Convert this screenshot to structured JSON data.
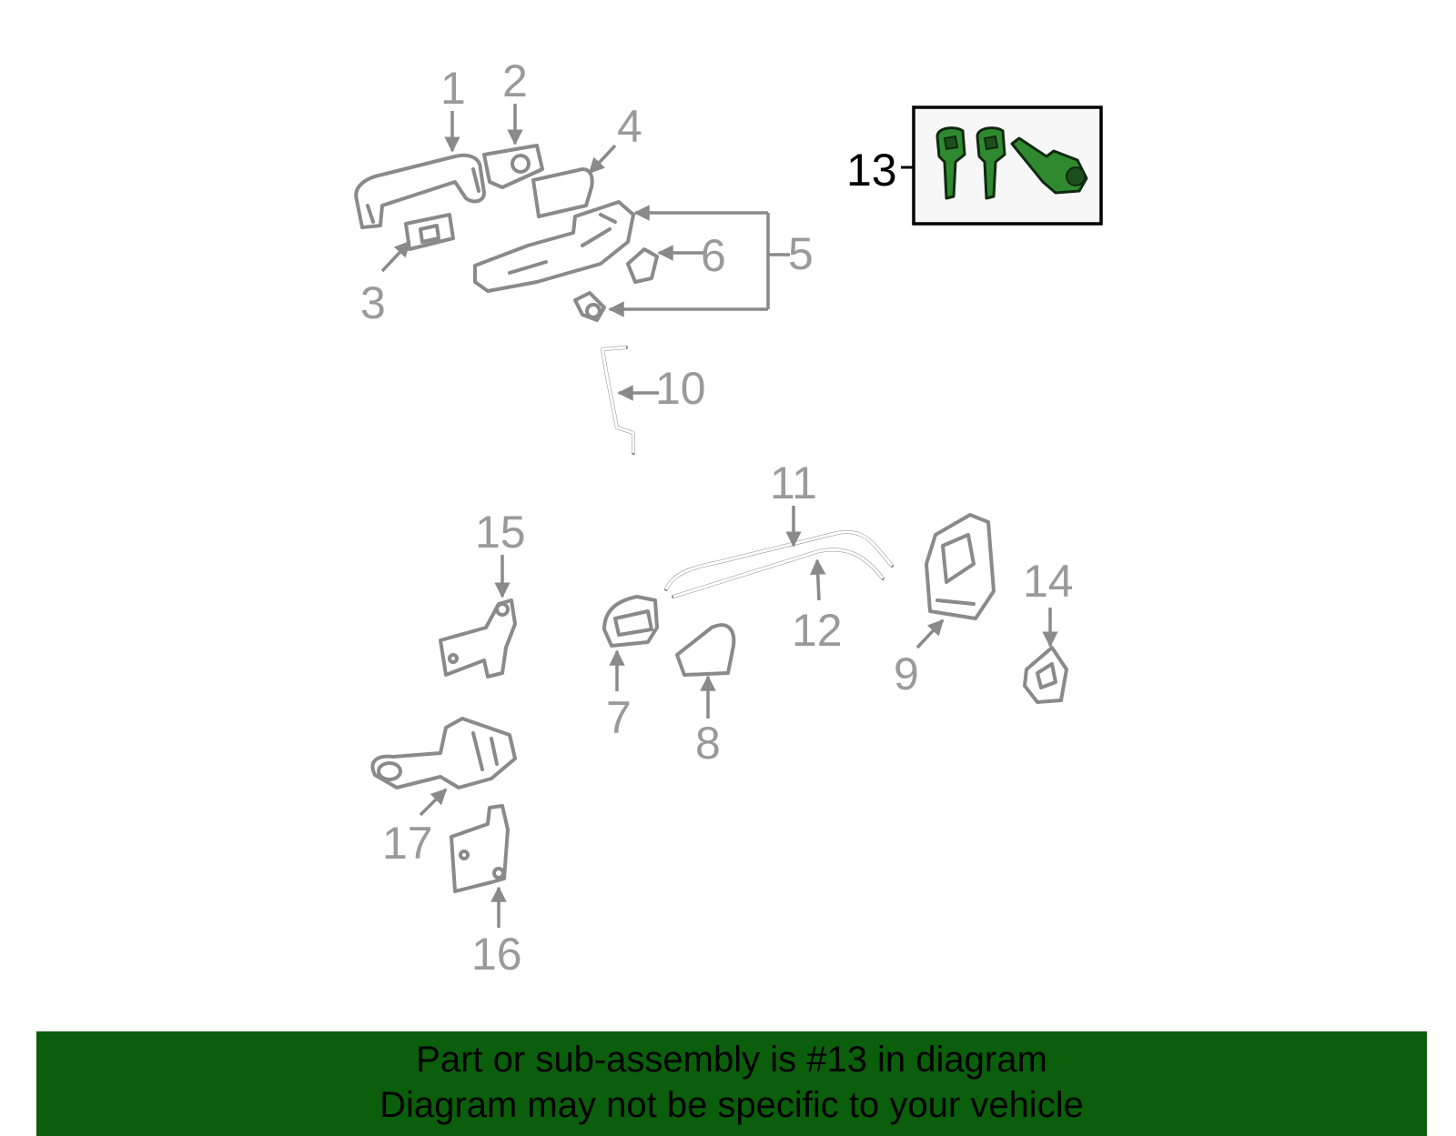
{
  "diagram": {
    "callouts": [
      {
        "id": "1",
        "label": "1"
      },
      {
        "id": "2",
        "label": "2"
      },
      {
        "id": "3",
        "label": "3"
      },
      {
        "id": "4",
        "label": "4"
      },
      {
        "id": "5",
        "label": "5"
      },
      {
        "id": "6",
        "label": "6"
      },
      {
        "id": "7",
        "label": "7"
      },
      {
        "id": "8",
        "label": "8"
      },
      {
        "id": "9",
        "label": "9"
      },
      {
        "id": "10",
        "label": "10"
      },
      {
        "id": "11",
        "label": "11"
      },
      {
        "id": "12",
        "label": "12"
      },
      {
        "id": "13",
        "label": "13"
      },
      {
        "id": "14",
        "label": "14"
      },
      {
        "id": "15",
        "label": "15"
      },
      {
        "id": "16",
        "label": "16"
      },
      {
        "id": "17",
        "label": "17"
      }
    ],
    "highlighted_part": "13",
    "colors": {
      "part_outline": "#8a8a8a",
      "highlight": "#2f8a2f",
      "banner": "#0b5e0b"
    }
  },
  "banner": {
    "line1": "Part or sub-assembly is #13 in diagram",
    "line2": "Diagram may not be specific to your vehicle"
  }
}
